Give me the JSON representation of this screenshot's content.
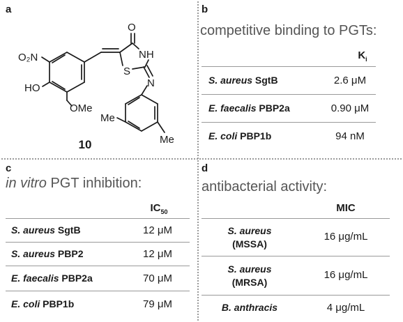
{
  "panels": {
    "a": {
      "label": "a",
      "compound_number": "10",
      "atoms": {
        "carbonyl_o": "O",
        "nh": "NH",
        "s": "S",
        "n": "N",
        "nitro": "O₂N",
        "ho": "HO",
        "ome": "OMe",
        "me_left": "Me",
        "me_right": "Me"
      }
    },
    "b": {
      "label": "b",
      "title": "competitive binding to PGTs:",
      "value_header": "K",
      "value_header_sub": "i",
      "rows": [
        {
          "org_italic": "S. aureus",
          "org_rest": " SgtB",
          "value": "2.6 μM"
        },
        {
          "org_italic": "E. faecalis",
          "org_rest": " PBP2a",
          "value": "0.90 μM"
        },
        {
          "org_italic": "E. coli",
          "org_rest": " PBP1b",
          "value": "94 nM"
        }
      ]
    },
    "c": {
      "label": "c",
      "title_italic": "in vitro",
      "title_rest": " PGT inhibition:",
      "value_header": "IC",
      "value_header_sub": "50",
      "rows": [
        {
          "org_italic": "S. aureus",
          "org_rest": " SgtB",
          "value": "12 μM"
        },
        {
          "org_italic": "S. aureus",
          "org_rest": " PBP2",
          "value": "12 μM"
        },
        {
          "org_italic": "E. faecalis",
          "org_rest": " PBP2a",
          "value": "70 μM"
        },
        {
          "org_italic": "E. coli",
          "org_rest": " PBP1b",
          "value": "79 μM"
        }
      ]
    },
    "d": {
      "label": "d",
      "title": "antibacterial activity:",
      "value_header": "MIC",
      "rows": [
        {
          "org_italic": "S. aureus",
          "org_strain": "(MSSA)",
          "value": "16 μg/mL"
        },
        {
          "org_italic": "S. aureus",
          "org_strain": "(MRSA)",
          "value": "16 μg/mL"
        },
        {
          "org_italic": "B. anthracis",
          "org_strain": "",
          "value": "4 μg/mL"
        }
      ]
    }
  }
}
